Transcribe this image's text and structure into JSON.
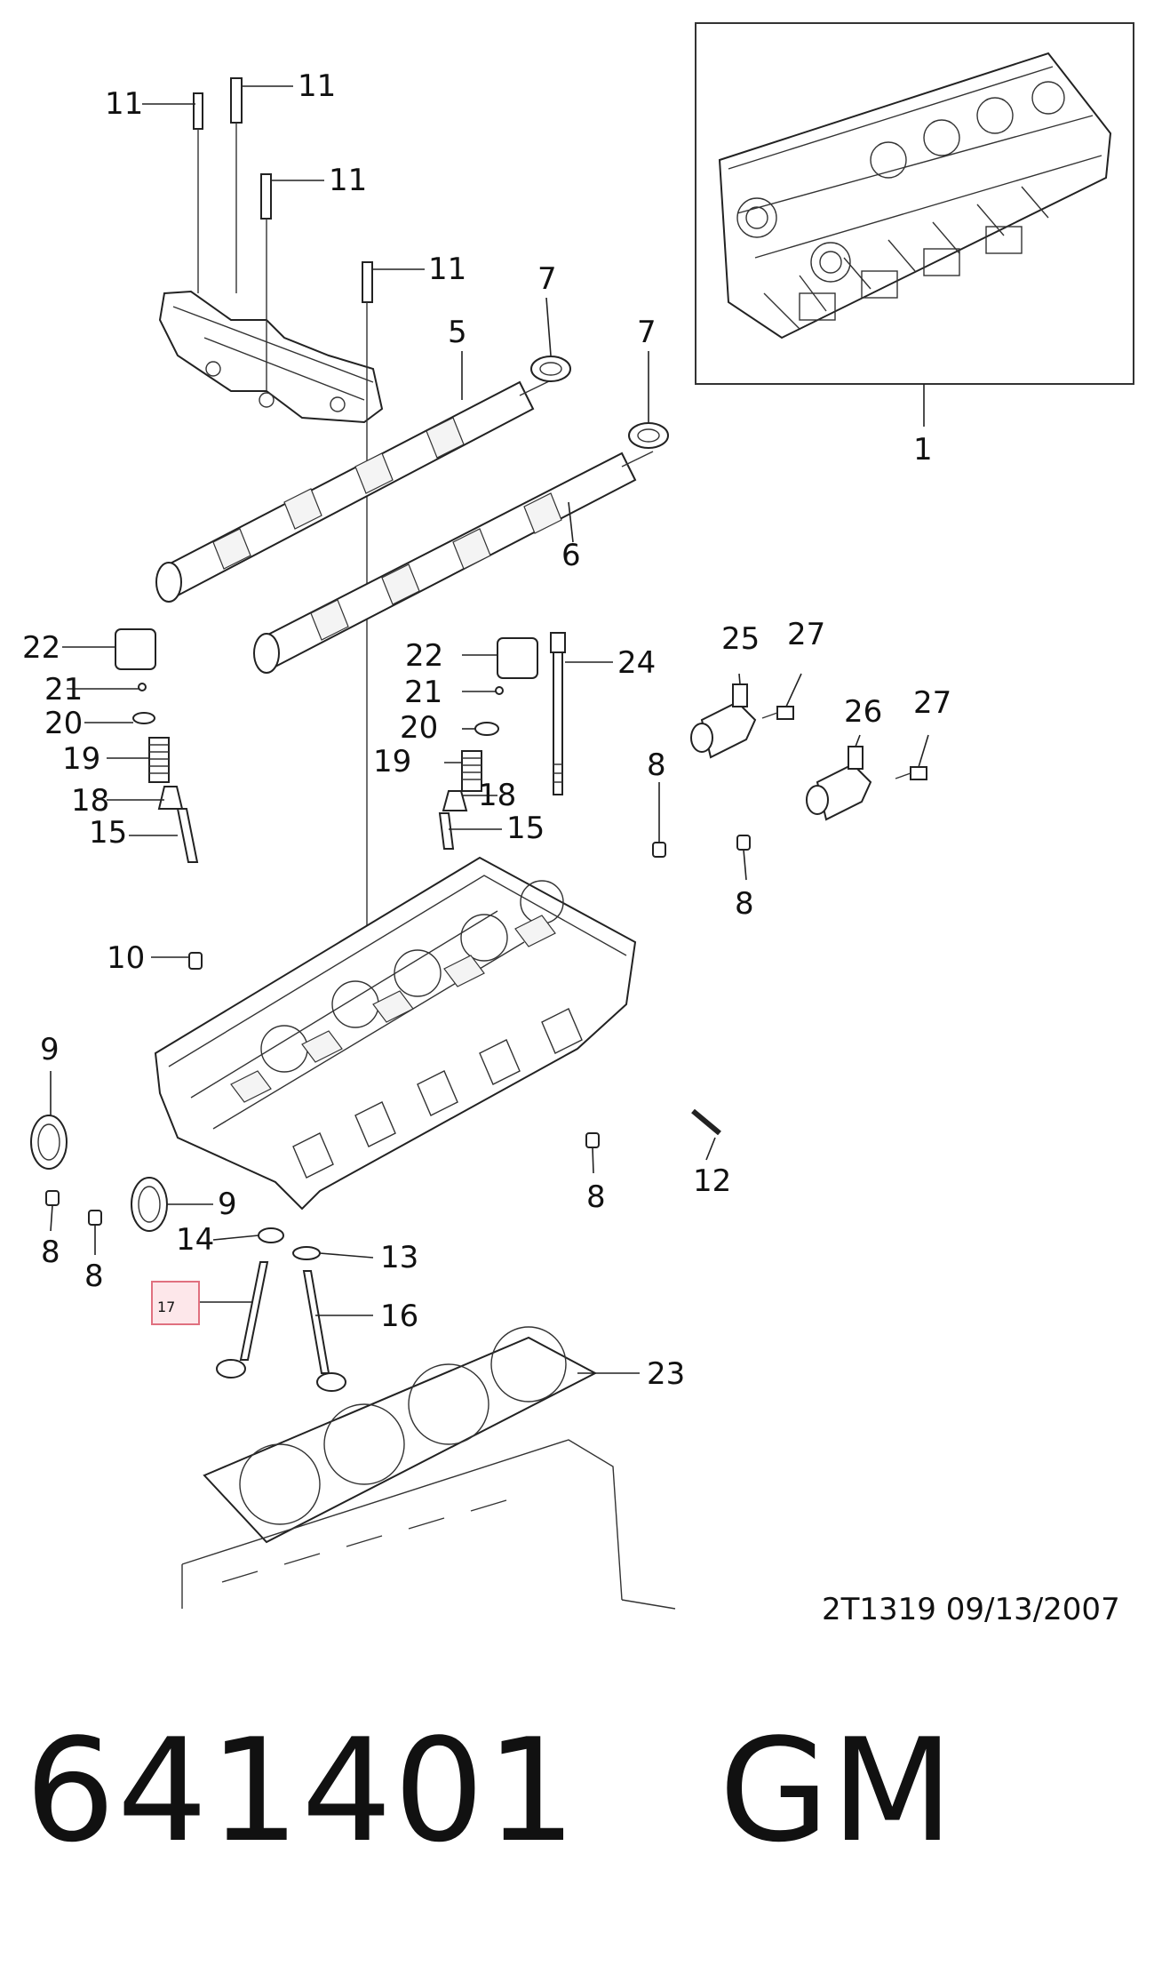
{
  "diagram": {
    "callouts": [
      {
        "id": "c1",
        "label": "1"
      },
      {
        "id": "c5",
        "label": "5"
      },
      {
        "id": "c6",
        "label": "6"
      },
      {
        "id": "c7a",
        "label": "7"
      },
      {
        "id": "c7b",
        "label": "7"
      },
      {
        "id": "c8a",
        "label": "8"
      },
      {
        "id": "c8b",
        "label": "8"
      },
      {
        "id": "c8c",
        "label": "8"
      },
      {
        "id": "c8d",
        "label": "8"
      },
      {
        "id": "c8e",
        "label": "8"
      },
      {
        "id": "c9a",
        "label": "9"
      },
      {
        "id": "c9b",
        "label": "9"
      },
      {
        "id": "c10",
        "label": "10"
      },
      {
        "id": "c11a",
        "label": "11"
      },
      {
        "id": "c11b",
        "label": "11"
      },
      {
        "id": "c11c",
        "label": "11"
      },
      {
        "id": "c11d",
        "label": "11"
      },
      {
        "id": "c12",
        "label": "12"
      },
      {
        "id": "c13",
        "label": "13"
      },
      {
        "id": "c14",
        "label": "14"
      },
      {
        "id": "c15a",
        "label": "15"
      },
      {
        "id": "c15b",
        "label": "15"
      },
      {
        "id": "c16",
        "label": "16"
      },
      {
        "id": "c17",
        "label": "17"
      },
      {
        "id": "c18a",
        "label": "18"
      },
      {
        "id": "c18b",
        "label": "18"
      },
      {
        "id": "c19a",
        "label": "19"
      },
      {
        "id": "c19b",
        "label": "19"
      },
      {
        "id": "c20a",
        "label": "20"
      },
      {
        "id": "c20b",
        "label": "20"
      },
      {
        "id": "c21a",
        "label": "21"
      },
      {
        "id": "c21b",
        "label": "21"
      },
      {
        "id": "c22a",
        "label": "22"
      },
      {
        "id": "c22b",
        "label": "22"
      },
      {
        "id": "c23",
        "label": "23"
      },
      {
        "id": "c24",
        "label": "24"
      },
      {
        "id": "c25",
        "label": "25"
      },
      {
        "id": "c26",
        "label": "26"
      },
      {
        "id": "c27a",
        "label": "27"
      },
      {
        "id": "c27b",
        "label": "27"
      }
    ],
    "highlighted_callout": "17",
    "highlight_color": "#fde7ea",
    "highlight_border": "#e0707f",
    "drawing_code": "2T1319  09/13/2007"
  },
  "footer": {
    "part_number": "641401",
    "brand": "GM"
  }
}
